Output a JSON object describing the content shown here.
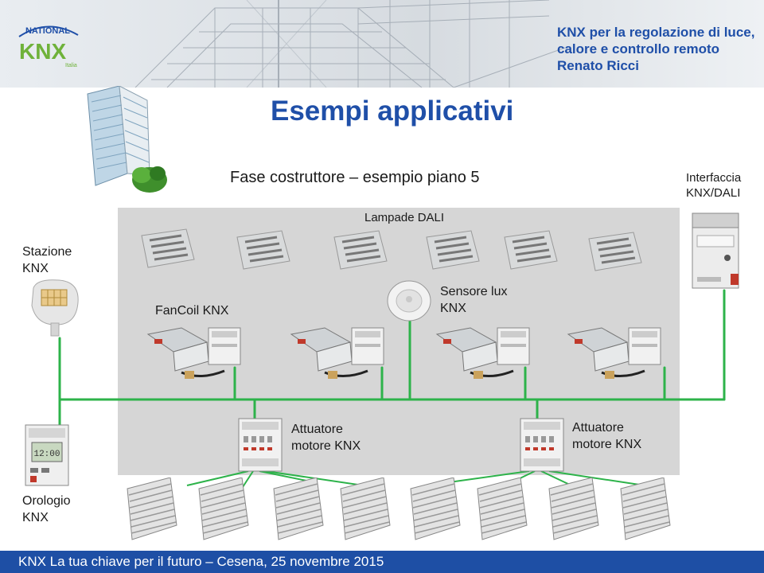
{
  "header": {
    "lines": [
      "KNX per la regolazione di luce,",
      "calore e controllo remoto",
      "Renato Ricci"
    ]
  },
  "logo": {
    "top": "NATIONAL",
    "main": "KNX",
    "sub": "Italia"
  },
  "title": "Esempi applicativi",
  "subtitle": "Fase costruttore – esempio piano 5",
  "labels": {
    "dali_interface": [
      "Interfaccia",
      "KNX/DALI"
    ],
    "dali_lamps": "Lampade DALI",
    "station": [
      "Stazione",
      "KNX"
    ],
    "fancoil": "FanCoil KNX",
    "lux_sensor": [
      "Sensore lux",
      "KNX"
    ],
    "motor_actuator_1": [
      "Attuatore",
      "motore  KNX"
    ],
    "motor_actuator_2": [
      "Attuatore",
      "motore  KNX"
    ],
    "clock": [
      "Orologio",
      "KNX"
    ]
  },
  "footer": "KNX La tua chiave per il futuro – Cesena, 25 novembre 2015",
  "colors": {
    "brand_blue": "#1f4fa8",
    "footer_blue": "#1e4fa5",
    "bus_green": "#2db34a",
    "panel_grey": "#d6d6d6",
    "logo_green": "#6fb23a"
  },
  "icons": [
    "building-icon",
    "ceiling-lamp-icon",
    "dali-interface-icon",
    "weather-station-icon",
    "lux-sensor-icon",
    "fancoil-icon",
    "motor-actuator-icon",
    "timer-clock-icon",
    "roller-shutter-icon"
  ]
}
